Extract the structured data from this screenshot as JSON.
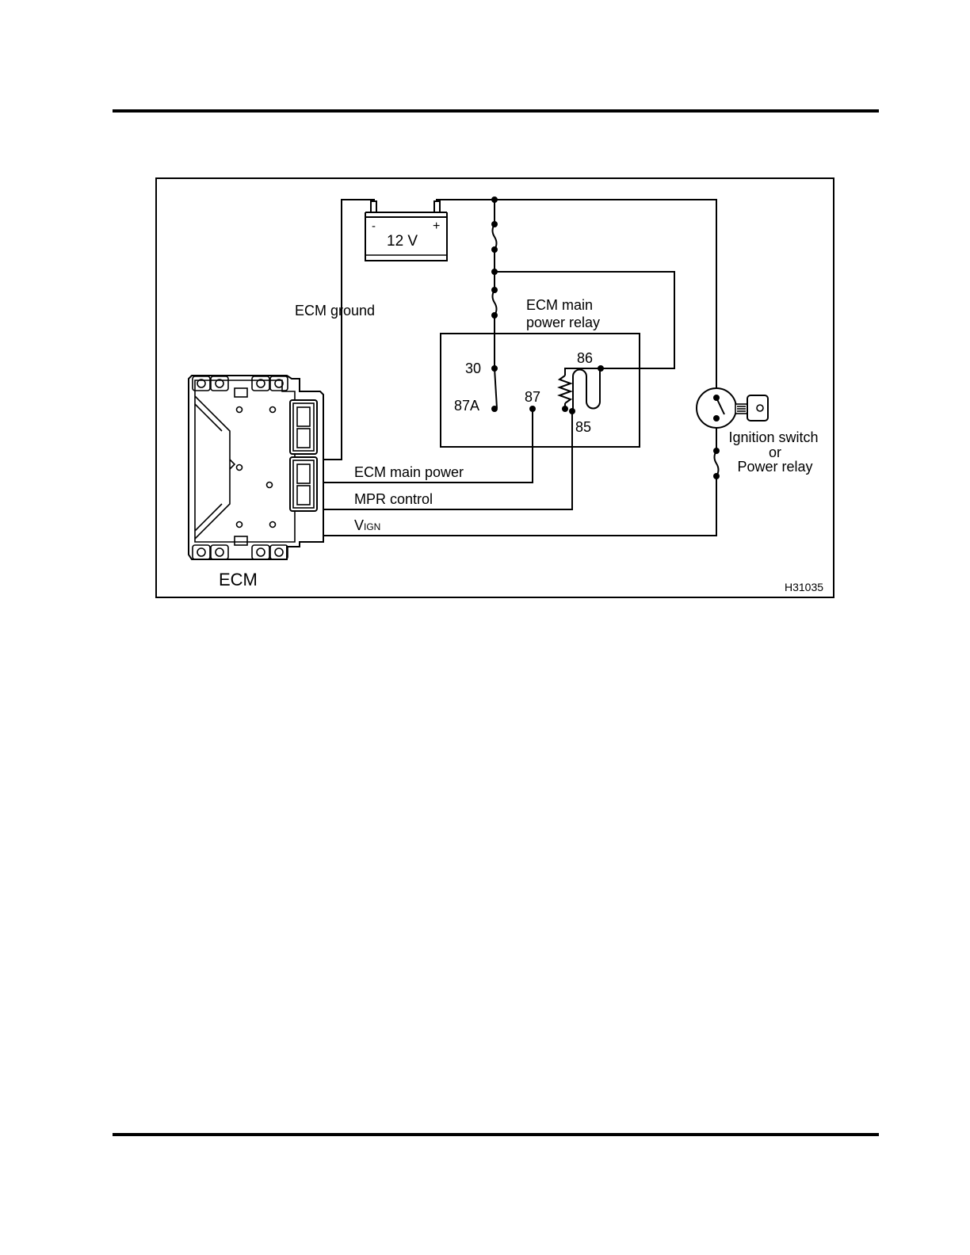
{
  "figure_id": "H31035",
  "battery": {
    "voltage": "12 V",
    "neg": "-",
    "pos": "+"
  },
  "labels": {
    "ecm_ground": "ECM ground",
    "relay_title_1": "ECM main",
    "relay_title_2": "power relay",
    "pin_30": "30",
    "pin_87a": "87A",
    "pin_87": "87",
    "pin_86": "86",
    "pin_85": "85",
    "ecm_main_power": "ECM main power",
    "mpr_control": "MPR control",
    "vign_main": "V",
    "vign_sub": "IGN",
    "ignition_1": "Ignition switch",
    "ignition_2": "or",
    "ignition_3": "Power relay",
    "ecm": "ECM"
  }
}
